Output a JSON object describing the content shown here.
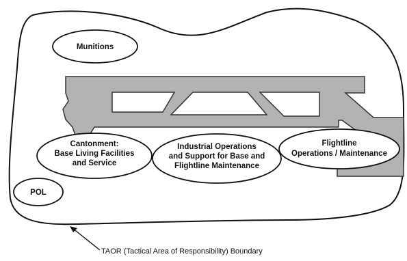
{
  "zones": {
    "munitions": "Munitions",
    "cantonment": [
      "Cantonment:",
      "Base Living Facilities",
      "and Service"
    ],
    "industrial": [
      "Industrial Operations",
      "and Support for Base and",
      "Flightline Maintenance"
    ],
    "flightline": [
      "Flightline",
      "Operations / Maintenance"
    ],
    "pol": "POL"
  },
  "boundary_caption": "TAOR (Tactical Area of Responsibility) Boundary"
}
